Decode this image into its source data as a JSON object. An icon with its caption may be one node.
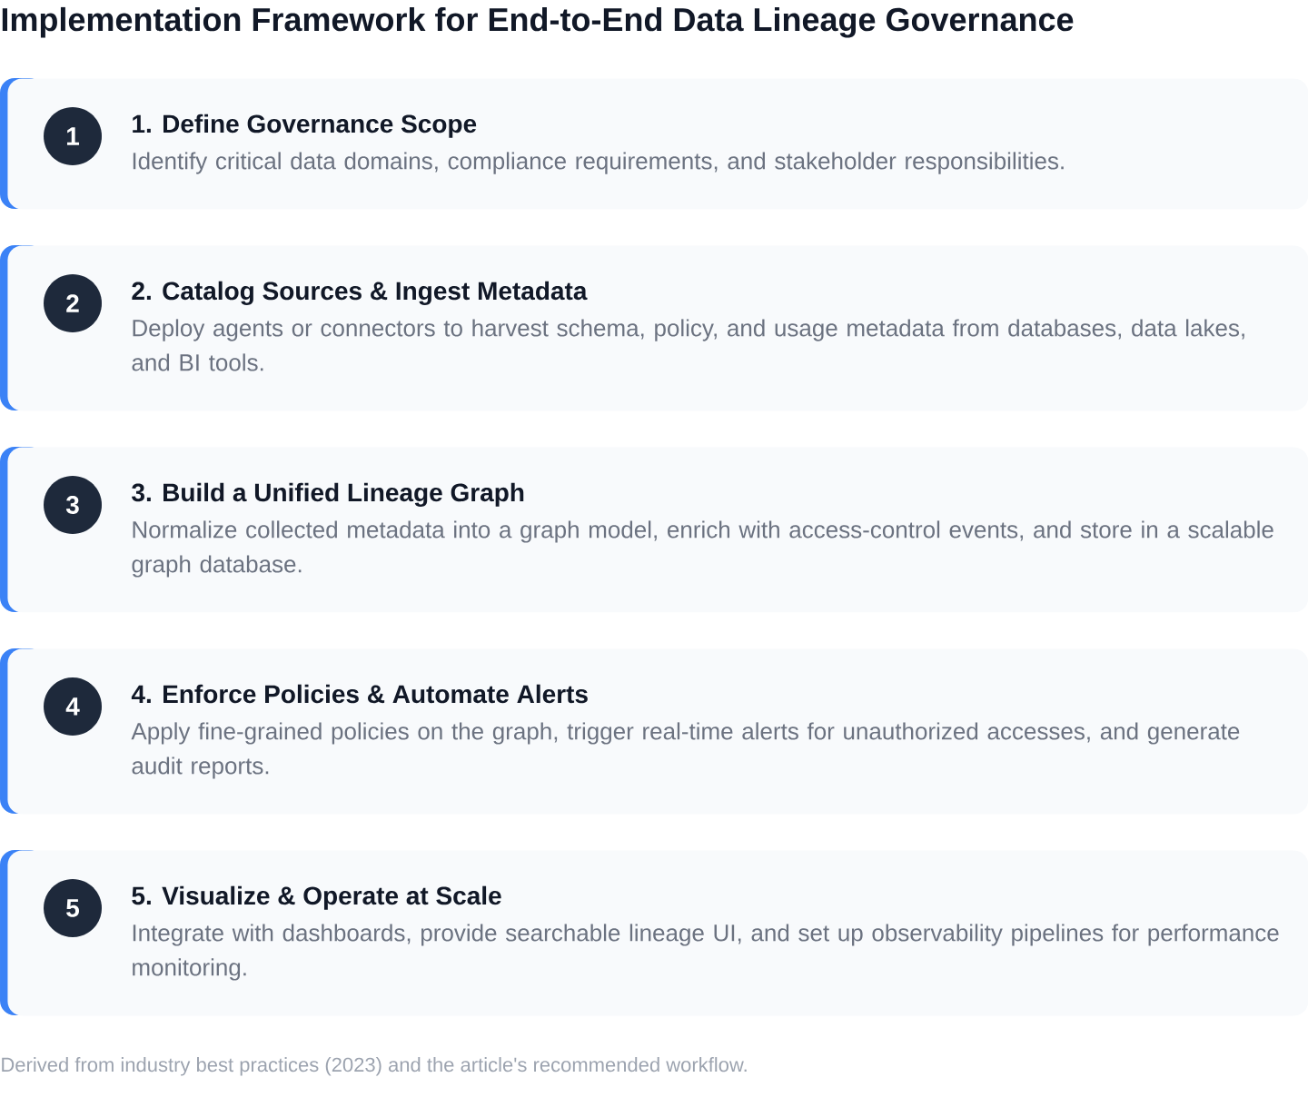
{
  "diagram": {
    "title": "Implementation Framework for End-to-End Data Lineage Governance",
    "caption": "Derived from industry best practices (2023) and the article's recommended workflow.",
    "nodes": [
      {
        "text": [
          "1. Define Governance Scope",
          "Identify critical data domains, compliance requirements, and stakeholder responsibilities."
        ]
      },
      {
        "text": [
          "1"
        ],
        "in": 0
      },
      {
        "text": [
          "2. Catalog Sources & Ingest Metadata",
          "Deploy agents or connectors to harvest schema, policy, and usage metadata from databases, data lakes, and BI tools."
        ]
      },
      {
        "text": [
          "2"
        ],
        "in": 2
      },
      {
        "text": [
          "3. Build a Unified Lineage Graph",
          "Normalize collected metadata into a graph model, enrich with access-control events, and store in a scalable graph database."
        ]
      },
      {
        "text": [
          "3"
        ],
        "in": 4
      },
      {
        "text": [
          "4. Enforce Policies & Automate Alerts",
          "Apply fine-grained policies on the graph, trigger real-time alerts for unauthorized accesses, and generate audit reports."
        ]
      },
      {
        "text": [
          "4"
        ],
        "in": 6
      },
      {
        "text": [
          "5. Visualize & Operate at Scale",
          "Integrate with dashboards, provide searchable lineage UI, and set up observability pipelines for performance monitoring."
        ]
      },
      {
        "text": [
          "5"
        ],
        "in": 8
      }
    ]
  }
}
